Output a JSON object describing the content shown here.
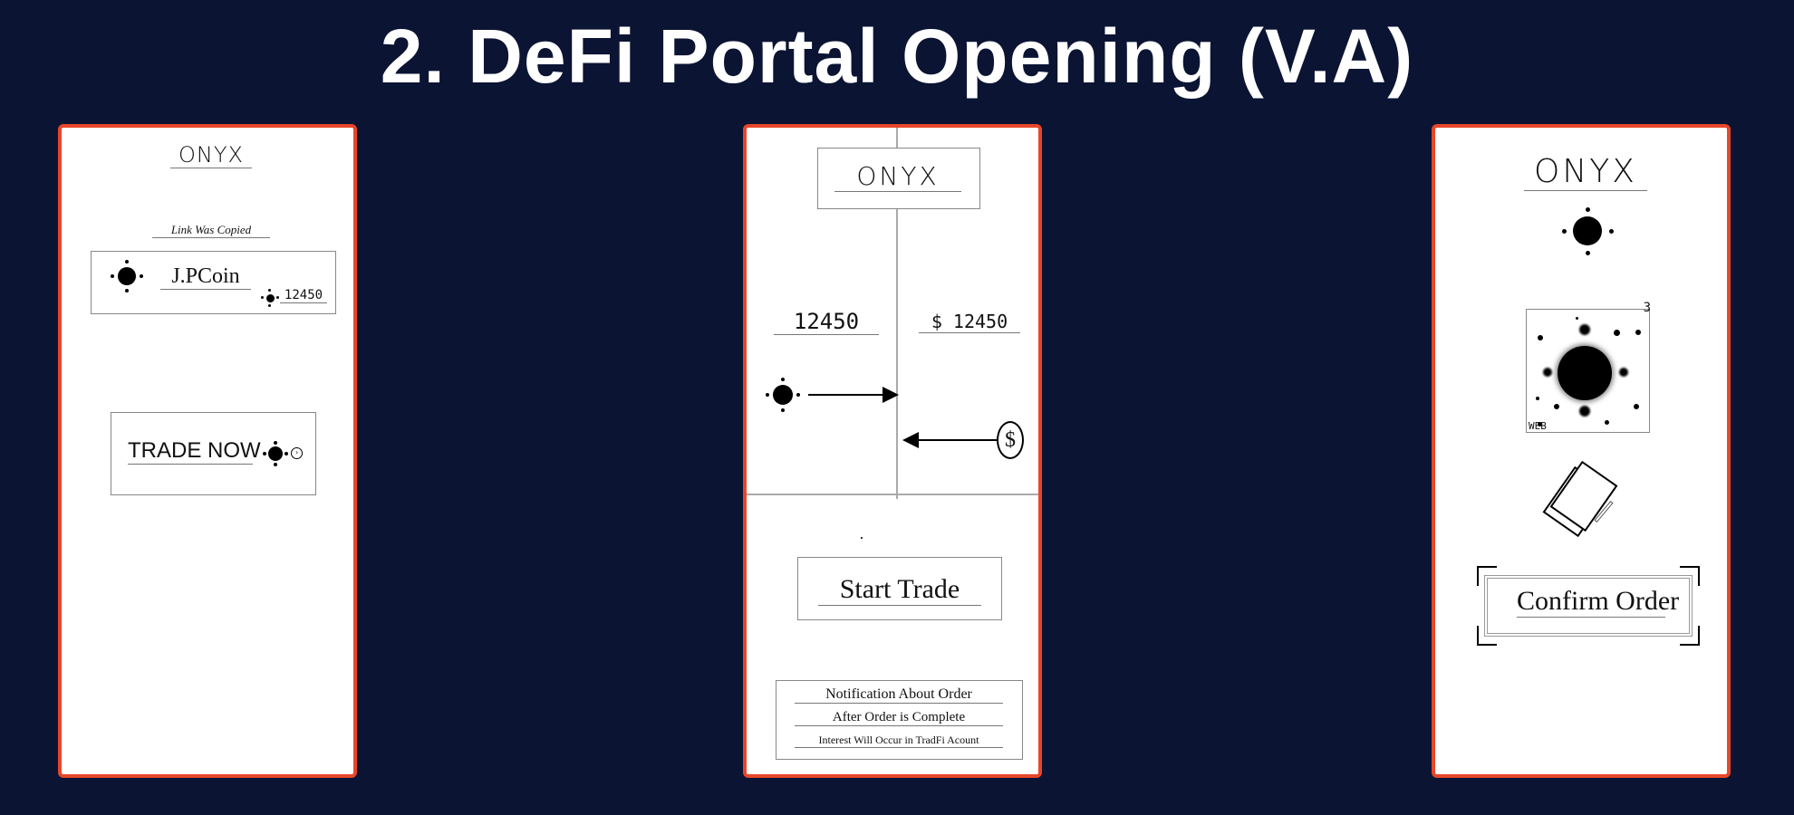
{
  "slide": {
    "title": "2. DeFi Portal Opening (V.A)"
  },
  "colors": {
    "background": "#0b1433",
    "frame_border": "#e8462a",
    "screen": "#ffffff",
    "ink": "#111111"
  },
  "screen1": {
    "brand": "ONYX",
    "status": "Link Was Copied",
    "coin_name": "J.PCoin",
    "coin_amount": "12450",
    "trade_button": "TRADE NOW",
    "icons": [
      "token-icon",
      "play-circle-icon"
    ]
  },
  "screen2": {
    "brand": "ONYX",
    "token_amount": "12450",
    "usd_amount": "$ 12450",
    "usd_symbol": "$",
    "start_button": "Start Trade",
    "notes": [
      "Notification About Order",
      "After Order is Complete",
      "Interest Will Occur in TradFi Acount"
    ],
    "icons": [
      "token-icon",
      "arrow-right-icon",
      "arrow-left-icon",
      "dollar-coin-icon"
    ]
  },
  "screen3": {
    "brand": "ONYX",
    "web_label": "WEB",
    "web_count": "3",
    "confirm_button": "Confirm Order",
    "icons": [
      "token-icon",
      "token-web-icon",
      "notepad-pencil-icon"
    ]
  }
}
